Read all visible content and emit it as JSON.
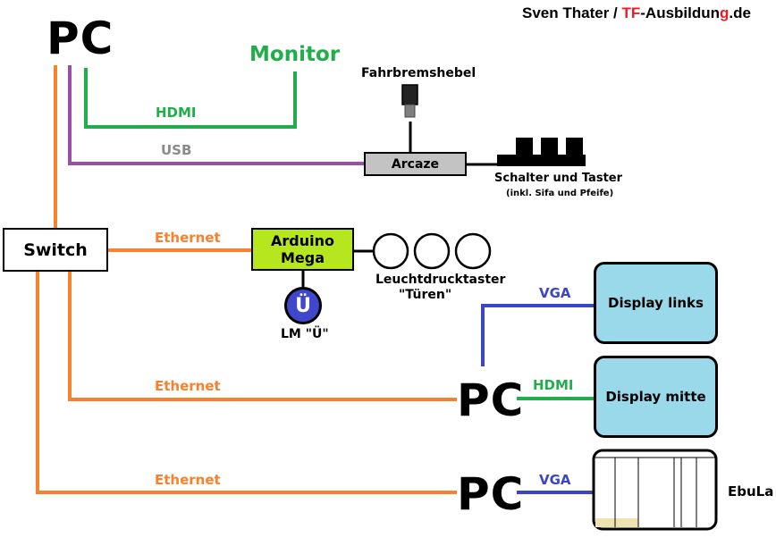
{
  "credit": {
    "author": "Sven Thater / ",
    "site_tf": "TF",
    "site_mid": "-Ausbildun",
    "site_g": "g",
    "site_end": ".de"
  },
  "nodes": {
    "pc_main": "PC",
    "monitor": "Monitor",
    "fahrbremshebel": "Fahrbremshebel",
    "arcaze": "Arcaze",
    "schalter": "Schalter und Taster",
    "schalter_note": "(inkl. Sifa und Pfeife)",
    "switch": "Switch",
    "arduino_line1": "Arduino",
    "arduino_line2": "Mega",
    "lm_symbol": "Ü",
    "lm_label": "LM \"Ü\"",
    "leucht_line1": "Leuchtdrucktaster",
    "leucht_line2": "\"Türen\"",
    "display_links": "Display links",
    "display_mitte": "Display mitte",
    "pc_mid": "PC",
    "pc_bottom": "PC",
    "ebula": "EbuLa"
  },
  "links": {
    "hdmi_top": "HDMI",
    "usb": "USB",
    "eth_arduino": "Ethernet",
    "eth_pc_mid": "Ethernet",
    "eth_pc_bottom": "Ethernet",
    "vga_top": "VGA",
    "hdmi_mid": "HDMI",
    "vga_bottom": "VGA"
  },
  "colors": {
    "ethernet": "#f7812c",
    "hdmi": "#22ad4b",
    "usb": "#9b4ea4",
    "vga": "#3a46c4",
    "grey_label": "#8a8a8a",
    "arduino_fill": "#b6e61e",
    "display_fill": "#99d9ea",
    "lm_fill": "#3f48cc",
    "arcaze_fill": "#c3c3c3",
    "tf_red": "#ed1c24"
  }
}
